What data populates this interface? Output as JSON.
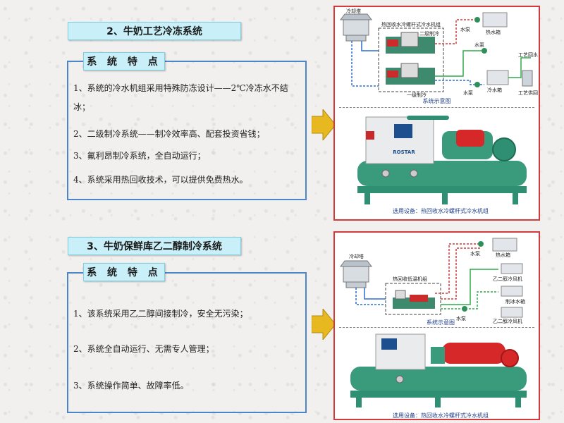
{
  "section1": {
    "title": "2、牛奶工艺冷冻系统",
    "features_label": "系 统 特 点",
    "features": [
      "1、系统的冷水机组采用特殊防冻设计——2℃冷冻水不结冰；",
      "2、二级制冷系统——制冷效率高、配套投资省钱；",
      "3、氟利昂制冷系统，全自动运行；",
      "4、系统采用热回收技术，可以提供免费热水。"
    ],
    "diagram": {
      "cooling_tower": "冷却塔",
      "unit_title": "热回收水冷螺杆式冷水机组",
      "stage2": "二级制冷",
      "stage1": "一级制冷",
      "hot_tank": "热水箱",
      "pump1": "水泵",
      "pump2": "水泵",
      "pump3": "水泵",
      "cold_tank": "冷水箱",
      "process_return": "工艺回水",
      "process_supply": "工艺供回",
      "caption": "系统示意图"
    },
    "photo_caption": "选用设备：热回收水冷螺杆式冷水机组",
    "brand": "ROSTAR"
  },
  "section2": {
    "title": "3、牛奶保鲜库乙二醇制冷系统",
    "features_label": "系 统 特 点",
    "features": [
      "1、该系统采用乙二醇间接制冷，安全无污染；",
      "2、系统全自动运行、无需专人管理；",
      "3、系统操作简单、故障率低。"
    ],
    "diagram": {
      "cooling_tower": "冷却塔",
      "unit_title": "热回收低温机组",
      "pump1": "水泵",
      "hot_tank": "热水箱",
      "fan_coil1": "乙二醇冷风机",
      "fan_coil2": "乙二醇冷风机",
      "ice_water": "制冰水箱",
      "pump2": "水泵",
      "caption": "系统示意图"
    },
    "photo_caption": "选用设备：热回收水冷螺杆式冷水机组"
  },
  "colors": {
    "title_bg": "#c9f0f8",
    "box_border": "#4a86c8",
    "panel_border": "#d43a3a",
    "arrow": "#e8b820",
    "machine_green": "#2f8f72",
    "motor_red": "#d62828"
  }
}
